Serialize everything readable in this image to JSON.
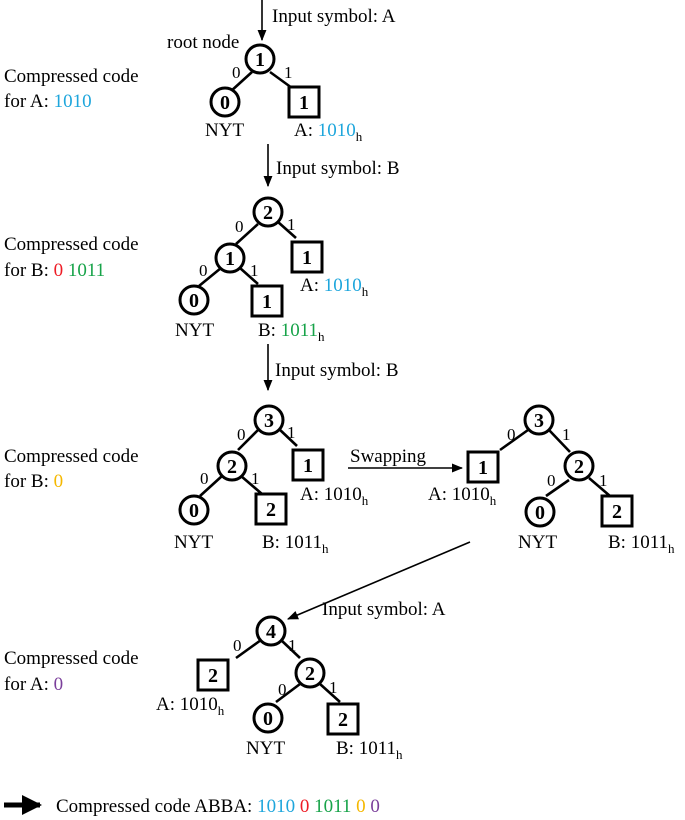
{
  "colors": {
    "blue": "#1ea6dc",
    "red": "#ee1c25",
    "green": "#17a349",
    "orange": "#f5b800",
    "purple": "#7b3f9b",
    "black": "#000000"
  },
  "steps": [
    {
      "input_label": "Input symbol: A",
      "code_line1": "Compressed code",
      "code_prefix": "for A: ",
      "code_parts": [
        {
          "text": "1010",
          "color": "blue"
        }
      ],
      "root_label": "root node",
      "nodes": {
        "root": "1",
        "nyt": "0",
        "a": "1"
      },
      "edge_bits": {
        "left": "0",
        "right": "1"
      },
      "nyt_label": "NYT",
      "a_label_prefix": "A: ",
      "a_code": "1010",
      "hex_sub": "h"
    },
    {
      "input_label": "Input symbol: B",
      "code_line1": "Compressed code",
      "code_prefix": "for B: ",
      "code_parts": [
        {
          "text": "0",
          "color": "red"
        },
        {
          "text": "1011",
          "color": "green"
        }
      ],
      "nodes": {
        "root": "2",
        "inner": "1",
        "a": "1",
        "nyt": "0",
        "b": "1"
      },
      "edge_bits": {
        "root_left": "0",
        "root_right": "1",
        "inner_left": "0",
        "inner_right": "1"
      },
      "nyt_label": "NYT",
      "a_label_prefix": "A: ",
      "a_code": "1010",
      "b_label_prefix": "B: ",
      "b_code": "1011",
      "hex_sub": "h"
    },
    {
      "input_label": "Input symbol: B",
      "code_line1": "Compressed code",
      "code_prefix": "for B: ",
      "code_parts": [
        {
          "text": "0",
          "color": "orange"
        }
      ],
      "nodes": {
        "root": "3",
        "inner": "2",
        "a": "1",
        "nyt": "0",
        "b": "2"
      },
      "edge_bits": {
        "root_left": "0",
        "root_right": "1",
        "inner_left": "0",
        "inner_right": "1"
      },
      "nyt_label": "NYT",
      "a_label": "A: 1010",
      "b_label": "B: 1011",
      "hex_sub": "h",
      "swap_label": "Swapping",
      "swapped": {
        "nodes": {
          "root": "3",
          "a": "1",
          "inner": "2",
          "nyt": "0",
          "b": "2"
        },
        "edge_bits": {
          "root_left": "0",
          "root_right": "1",
          "inner_left": "0",
          "inner_right": "1"
        },
        "a_label": "A: 1010",
        "nyt_label": "NYT",
        "b_label": "B: 1011",
        "hex_sub": "h"
      }
    },
    {
      "input_label": "Input symbol: A",
      "code_line1": "Compressed code",
      "code_prefix": "for A: ",
      "code_parts": [
        {
          "text": "0",
          "color": "purple"
        }
      ],
      "nodes": {
        "root": "4",
        "a": "2",
        "inner": "2",
        "nyt": "0",
        "b": "2"
      },
      "edge_bits": {
        "root_left": "0",
        "root_right": "1",
        "inner_left": "0",
        "inner_right": "1"
      },
      "a_label": "A: 1010",
      "nyt_label": "NYT",
      "b_label": "B: 1011",
      "hex_sub": "h"
    }
  ],
  "final": {
    "prefix": "Compressed code ABBA: ",
    "parts": [
      {
        "text": "1010",
        "color": "blue"
      },
      {
        "text": "0",
        "color": "red"
      },
      {
        "text": "1011",
        "color": "green"
      },
      {
        "text": "0",
        "color": "orange"
      },
      {
        "text": "0",
        "color": "purple"
      }
    ]
  }
}
